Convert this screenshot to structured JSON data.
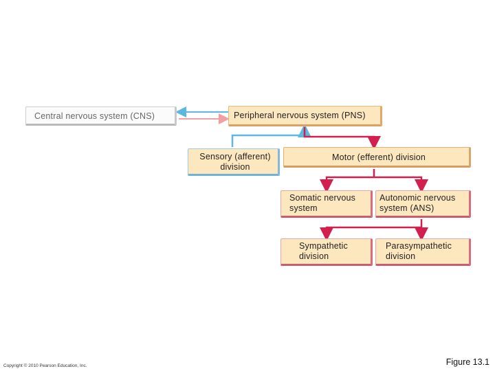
{
  "nodes": {
    "cns": "Central nervous system (CNS)",
    "pns": "Peripheral nervous system (PNS)",
    "sensory_line1": "Sensory (afferent)",
    "sensory_line2": "division",
    "motor": "Motor (efferent) division",
    "somatic_line1": "Somatic nervous",
    "somatic_line2": "system",
    "autonomic_line1": "Autonomic nervous",
    "autonomic_line2": "system (ANS)",
    "sympathetic_line1": "Sympathetic",
    "sympathetic_line2": "division",
    "parasympathetic_line1": "Parasympathetic",
    "parasympathetic_line2": "division"
  },
  "colors": {
    "afferent_arrow": "#5bb8e0",
    "efferent_arrow": "#d21f4e",
    "cns_link_arrow": "#f0a0a0",
    "box_fill": "#fde7bf"
  },
  "footer": {
    "copyright": "Copyright © 2010 Pearson Education, Inc.",
    "figure": "Figure 13.1"
  }
}
